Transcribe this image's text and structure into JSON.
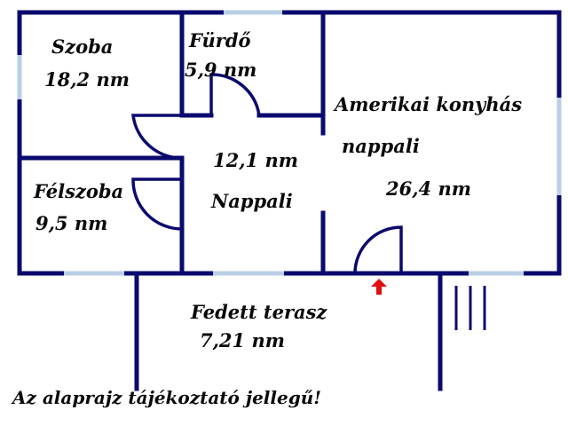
{
  "rooms": {
    "szoba": {
      "name": "Szoba",
      "area": "18,2 nm"
    },
    "furdo": {
      "name": "Fürdő",
      "area": "5,9 nm"
    },
    "amerikai": {
      "name_line1": "Amerikai konyhás",
      "name_line2": "nappali",
      "area": "26,4 nm"
    },
    "nappali": {
      "area": "12,1 nm",
      "name": "Nappali"
    },
    "felszoba": {
      "name": "Félszoba",
      "area": "9,5 nm"
    },
    "terasz": {
      "name": "Fedett terasz",
      "area": "7,21 nm"
    }
  },
  "note": "Az alaprajz tájékoztató jellegű!",
  "colors": {
    "wall": "#0a0a6e",
    "window": "#b9cfe6",
    "entrance_arrow": "#e01010",
    "text": "#0a0a0a"
  },
  "icons": {
    "entrance": "red-up-arrow-icon"
  }
}
